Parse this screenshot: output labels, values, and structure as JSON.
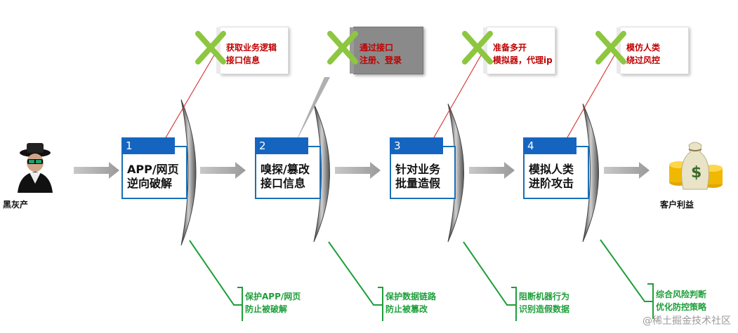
{
  "actors": {
    "attacker_label": "黑灰产",
    "target_label": "客户利益"
  },
  "steps": [
    {
      "num": "1",
      "text_line1": "APP/网页",
      "text_line2": "逆向破解"
    },
    {
      "num": "2",
      "text_line1": "嗅探/篡改",
      "text_line2": "接口信息"
    },
    {
      "num": "3",
      "text_line1": "针对业务",
      "text_line2": "批量造假"
    },
    {
      "num": "4",
      "text_line1": "模拟人类",
      "text_line2": "进阶攻击"
    }
  ],
  "attacks": [
    {
      "line1": "获取业务逻辑",
      "line2": "接口信息"
    },
    {
      "line1": "通过接口",
      "line2": "注册、登录"
    },
    {
      "line1": "准备多开",
      "line2": "模拟器，代理ip"
    },
    {
      "line1": "模仿人类",
      "line2": "绕过风控"
    }
  ],
  "defenses": [
    {
      "line1": "保护APP/网页",
      "line2": "防止被破解"
    },
    {
      "line1": "保护数据链路",
      "line2": "防止被篡改"
    },
    {
      "line1": "阻断机器行为",
      "line2": "识别造假数据"
    },
    {
      "line1": "综合风险判断",
      "line2": "优化防控策略"
    }
  ],
  "watermark": "@稀土掘金技术社区",
  "colors": {
    "step_border": "#1a6fb5",
    "step_header": "#1565c0",
    "attack_text": "#c00000",
    "defense_text": "#1e9e3a",
    "cross": "#8dc63f"
  }
}
